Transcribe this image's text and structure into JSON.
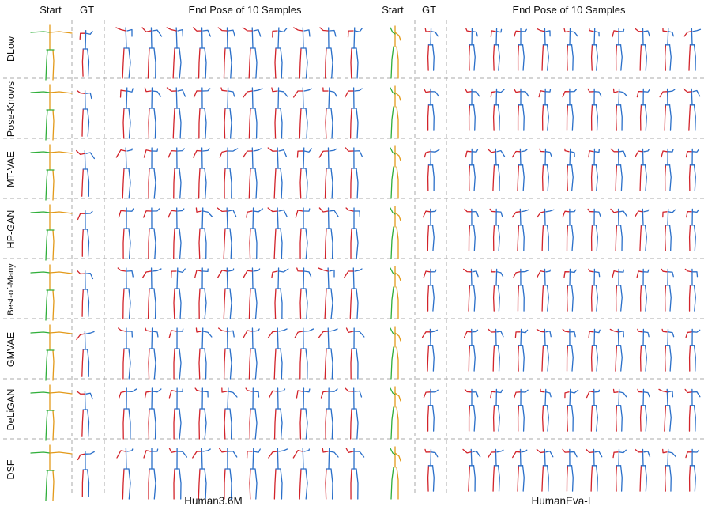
{
  "headers": {
    "start": "Start",
    "gt": "GT",
    "end_pose": "End Pose of 10 Samples"
  },
  "methods": [
    "DLow",
    "Pose-Knows",
    "MT-VAE",
    "HP-GAN",
    "Best-of-Many",
    "GMVAE",
    "DeLiGAN",
    "DSF"
  ],
  "datasets": [
    "Human3.6M",
    "HumanEva-I"
  ],
  "samples_per_method": 10,
  "colors": {
    "start_upper": "#e39a1a",
    "start_lower": "#2fae3a",
    "left_limbs": "#d2232a",
    "right_limbs": "#2a6fc9",
    "divider": "#a8a8a8"
  }
}
